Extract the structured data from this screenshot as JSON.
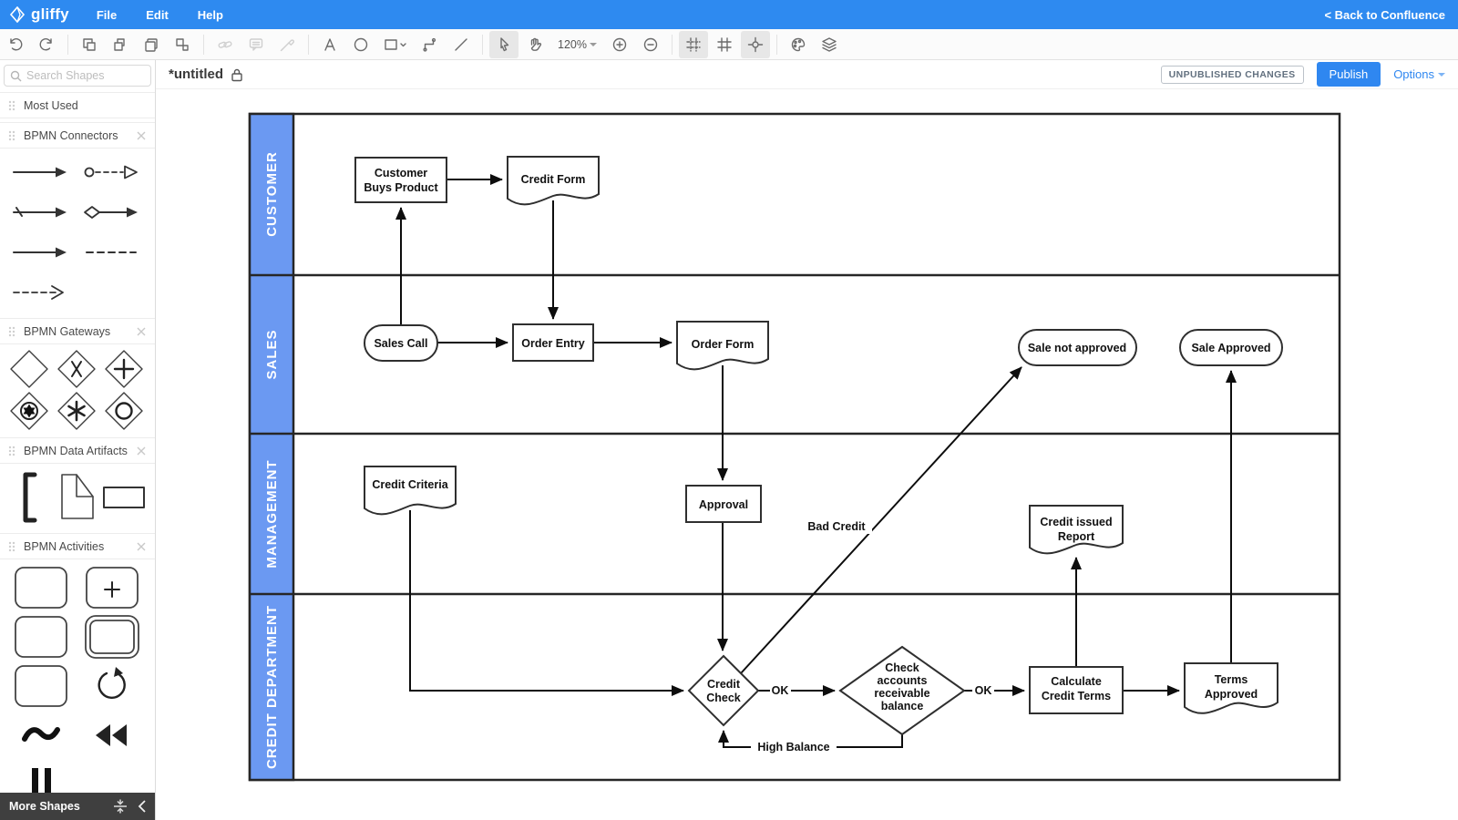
{
  "topbar": {
    "logo_text": "gliffy",
    "menus": [
      "File",
      "Edit",
      "Help"
    ],
    "back_link": "< Back to Confluence"
  },
  "toolbar": {
    "zoom_level": "120%"
  },
  "doc_header": {
    "title": "*untitled",
    "status_badge": "UNPUBLISHED CHANGES",
    "publish_label": "Publish",
    "options_label": "Options"
  },
  "sidebar": {
    "search_placeholder": "Search Shapes",
    "sections": [
      {
        "label": "Most Used"
      },
      {
        "label": "BPMN Connectors"
      },
      {
        "label": "BPMN Gateways"
      },
      {
        "label": "BPMN Data Artifacts"
      },
      {
        "label": "BPMN Activities"
      }
    ],
    "more_shapes_label": "More Shapes"
  },
  "colors": {
    "topbar_blue": "#2e8af0",
    "lane_blue": "#6b99f2",
    "publish_blue": "#2f87f0"
  },
  "diagram": {
    "lanes": [
      "CUSTOMER",
      "SALES",
      "MANAGEMENT",
      "CREDIT DEPARTMENT"
    ],
    "nodes": {
      "customer_buys_product": {
        "lines": [
          "Customer",
          "Buys Product"
        ]
      },
      "credit_form": {
        "lines": [
          "Credit Form"
        ]
      },
      "sales_call": {
        "lines": [
          "Sales Call"
        ]
      },
      "order_entry": {
        "lines": [
          "Order Entry"
        ]
      },
      "order_form": {
        "lines": [
          "Order Form"
        ]
      },
      "sale_not_approved": {
        "lines": [
          "Sale not approved"
        ]
      },
      "sale_approved": {
        "lines": [
          "Sale Approved"
        ]
      },
      "credit_criteria": {
        "lines": [
          "Credit Criteria"
        ]
      },
      "approval": {
        "lines": [
          "Approval"
        ]
      },
      "credit_issued_report": {
        "lines": [
          "Credit issued",
          "Report"
        ]
      },
      "credit_check": {
        "lines": [
          "Credit",
          "Check"
        ]
      },
      "check_accounts": {
        "lines": [
          "Check",
          "accounts",
          "receivable",
          "balance"
        ]
      },
      "calculate_credit_terms": {
        "lines": [
          "Calculate",
          "Credit Terms"
        ]
      },
      "terms_approved": {
        "lines": [
          "Terms",
          "Approved"
        ]
      }
    },
    "edge_labels": {
      "ok_credit_check": "OK",
      "ok_check_accounts": "OK",
      "bad_credit": "Bad Credit",
      "high_balance": "High Balance"
    }
  }
}
